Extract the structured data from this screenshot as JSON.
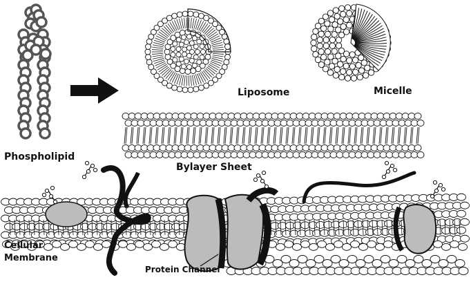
{
  "labels": {
    "phospholipid": "Phospholipid",
    "liposome": "Liposome",
    "micelle": "Micelle",
    "bylayer": "Bylayer Sheet",
    "cellular_line1": "Cellular",
    "cellular_line2": "Membrane",
    "protein_channel": "Protein Channel"
  },
  "colors": {
    "ink": "#111111",
    "head_fill": "#ffffff",
    "protein_fill": "#bcbcbc",
    "arrow": "#111111"
  }
}
